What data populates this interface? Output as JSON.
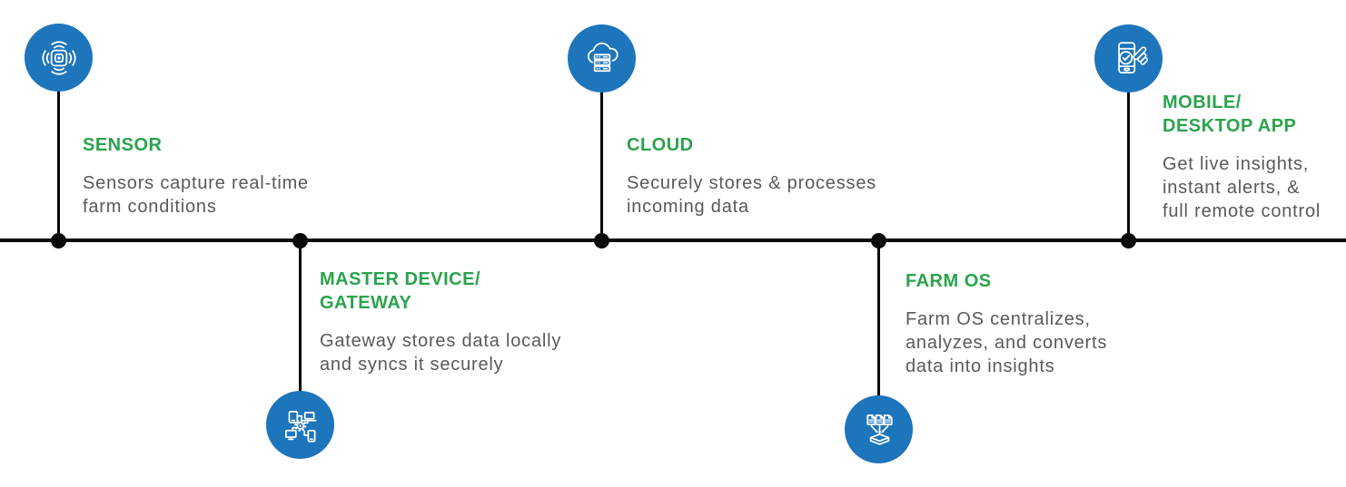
{
  "diagram": {
    "type": "horizontal-timeline-infographic",
    "colors": {
      "node_circle_blue": "#1d75bc",
      "heading_green": "#2aa34c",
      "body_gray": "#58595b",
      "timeline_black": "#0a0a0a",
      "background": "#ffffff"
    },
    "nodes": [
      {
        "id": "sensor",
        "icon": "sensor-signal-waves-icon",
        "side": "above",
        "title_lines": [
          "SENSOR"
        ],
        "desc_lines": [
          "Sensors capture real-time",
          "farm conditions"
        ]
      },
      {
        "id": "gateway",
        "icon": "device-network-gear-icon",
        "side": "below",
        "title_lines": [
          "MASTER DEVICE/",
          "GATEWAY"
        ],
        "desc_lines": [
          "Gateway stores data locally",
          "and syncs it securely"
        ]
      },
      {
        "id": "cloud",
        "icon": "cloud-server-icon",
        "side": "above",
        "title_lines": [
          "CLOUD"
        ],
        "desc_lines": [
          "Securely stores & processes",
          "incoming data"
        ]
      },
      {
        "id": "farm-os",
        "icon": "documents-aggregation-icon",
        "side": "below",
        "title_lines": [
          "FARM OS"
        ],
        "desc_lines": [
          "Farm OS centralizes,",
          "analyzes, and converts",
          "data into insights"
        ]
      },
      {
        "id": "app",
        "icon": "mobile-tap-check-icon",
        "side": "above",
        "title_lines": [
          "MOBILE/",
          "DESKTOP APP"
        ],
        "desc_lines": [
          "Get live insights,",
          "instant alerts, &",
          "full remote control"
        ]
      }
    ]
  }
}
